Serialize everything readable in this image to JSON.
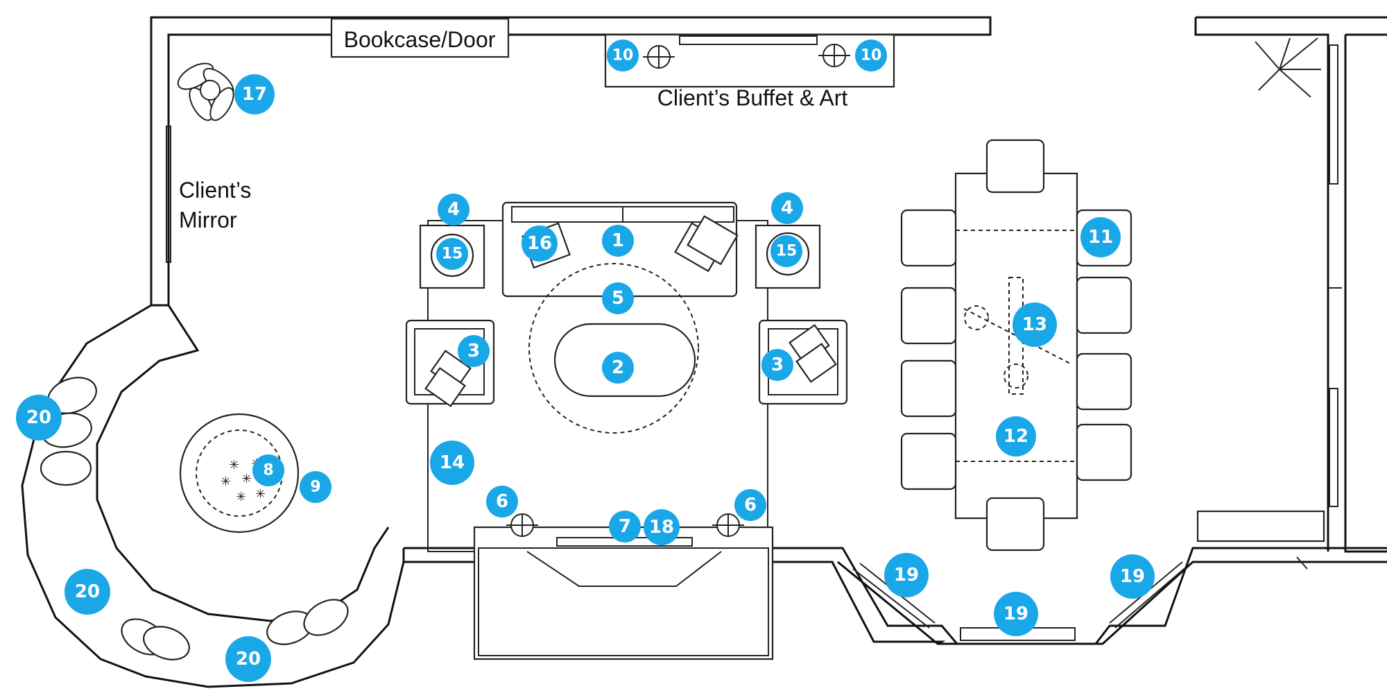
{
  "labels": {
    "bookcase": "Bookcase/Door",
    "buffet": "Client’s Buffet & Art",
    "mirror_line1": "Client’s",
    "mirror_line2": "Mirror"
  },
  "badges": {
    "b1": "1",
    "b2": "2",
    "b3": "3",
    "b4": "4",
    "b5": "5",
    "b6": "6",
    "b7": "7",
    "b8": "8",
    "b9": "9",
    "b10": "10",
    "b11": "11",
    "b12": "12",
    "b13": "13",
    "b14": "14",
    "b15": "15",
    "b16": "16",
    "b17": "17",
    "b18": "18",
    "b19": "19",
    "b20": "20"
  },
  "colors": {
    "badge": "#1aa7e8",
    "line": "#222222"
  }
}
